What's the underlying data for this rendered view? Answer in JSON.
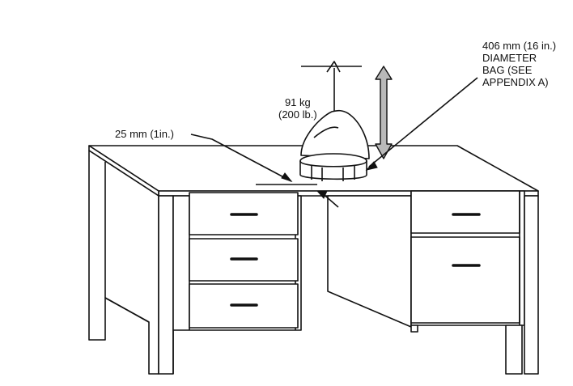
{
  "figure": {
    "weight_label": [
      "91 kg",
      "(200 lb.)"
    ],
    "gap_label": "25 mm (1in.)",
    "bag_label": [
      "406 mm (16 in.)",
      "DIAMETER",
      "BAG (SEE",
      "APPENDIX A)"
    ]
  },
  "colors": {
    "ink": "#111111",
    "arrow_fill": "#b9b9b9",
    "background": "#ffffff"
  }
}
